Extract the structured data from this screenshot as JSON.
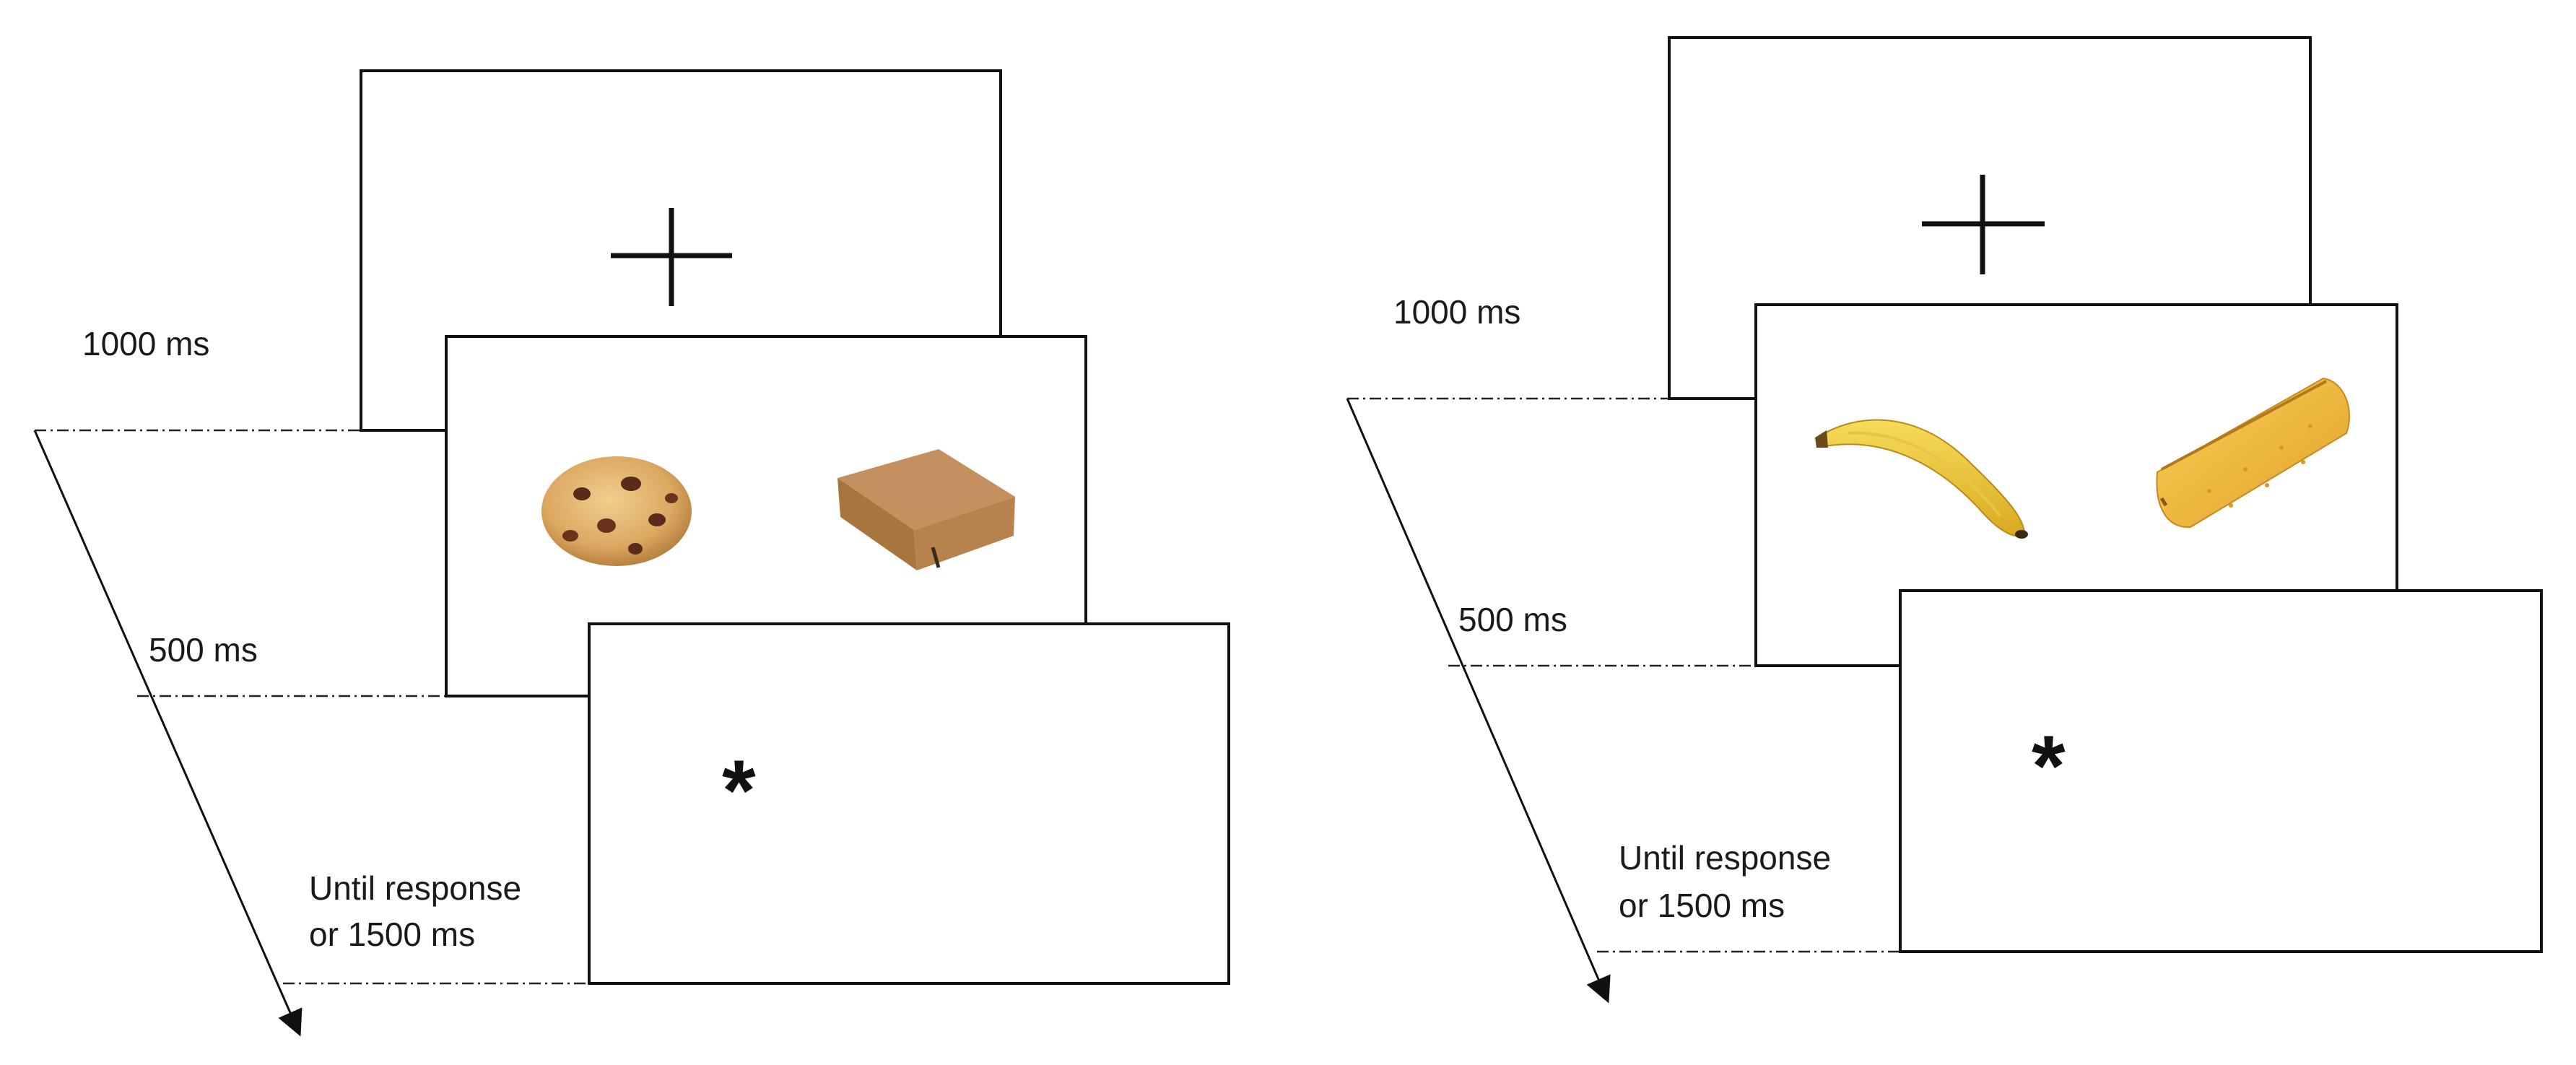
{
  "panels": [
    {
      "id": "left",
      "stimulus_left": "cookie",
      "stimulus_right": "binder folder",
      "durations": {
        "fixation": "1000 ms",
        "stimuli": "500 ms",
        "probe_line1": "Until response",
        "probe_line2": "or 1500 ms"
      },
      "fixation_symbol": "+",
      "probe_symbol": "*"
    },
    {
      "id": "right",
      "stimulus_left": "banana",
      "stimulus_right": "yellow pencil case",
      "durations": {
        "fixation": "1000 ms",
        "stimuli": "500 ms",
        "probe_line1": "Until response",
        "probe_line2": "or 1500 ms"
      },
      "fixation_symbol": "+",
      "probe_symbol": "*"
    }
  ],
  "colors": {
    "line": "#111111",
    "cookie": "#d9a860",
    "chocolate": "#5a2a1a",
    "folder": "#b98552",
    "banana": "#f0c93a",
    "pencil_case": "#f2b83c"
  }
}
